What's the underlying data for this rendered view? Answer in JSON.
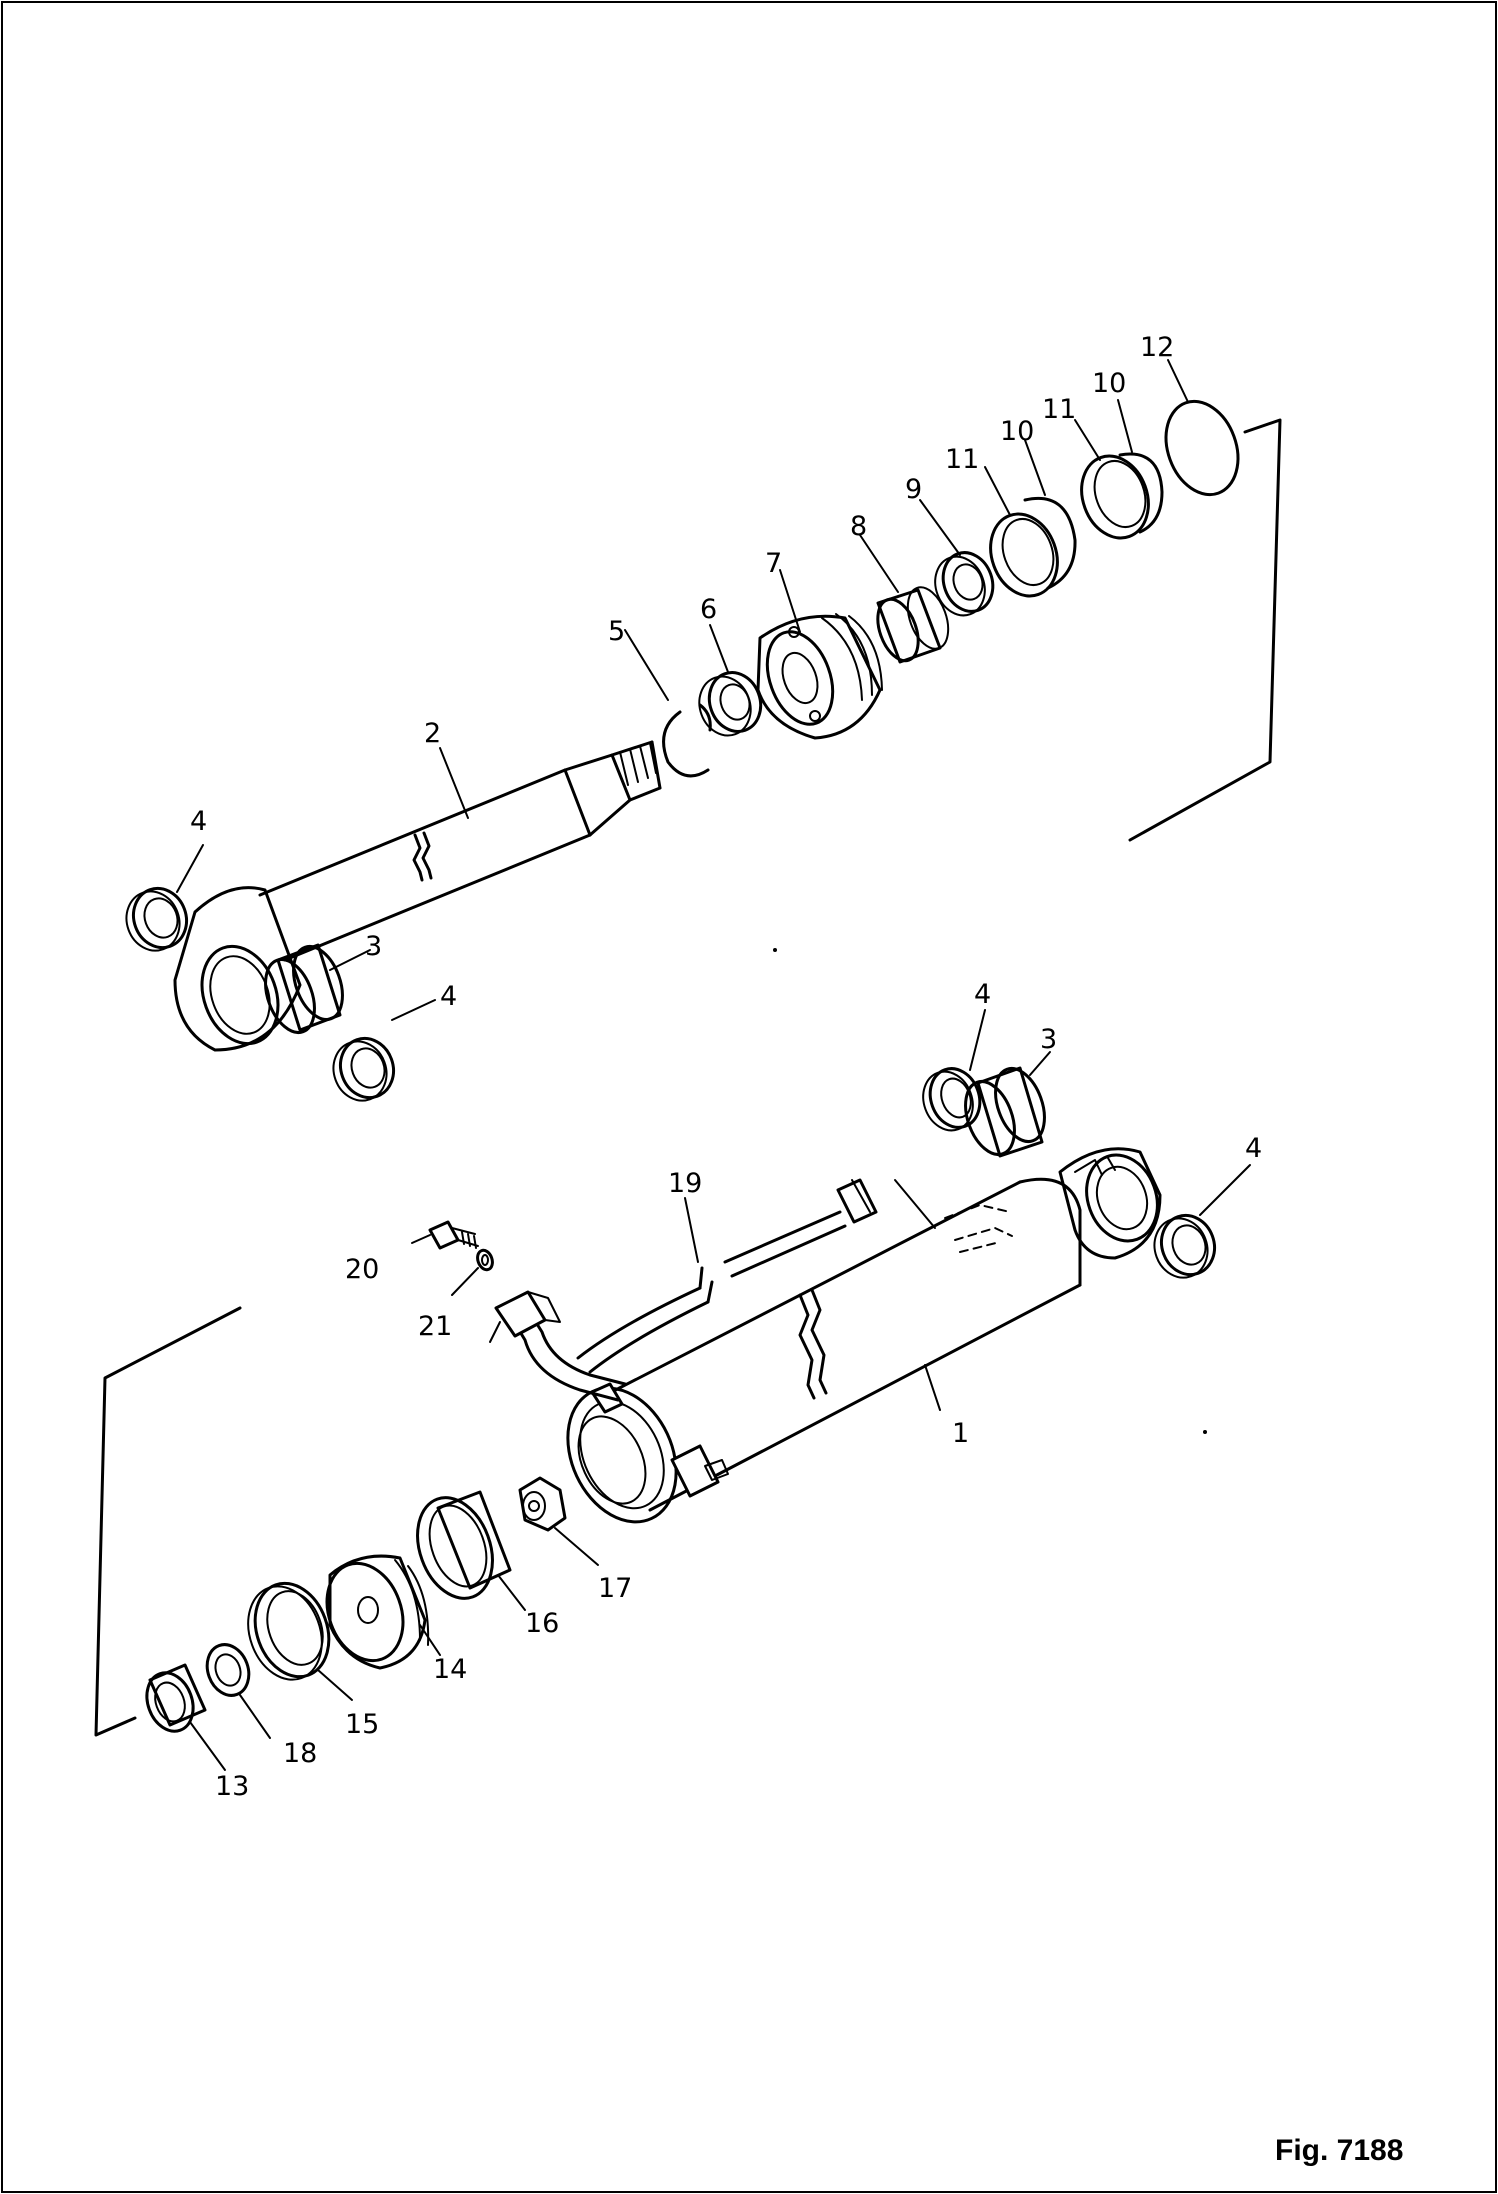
{
  "figure": {
    "caption": "Fig. 7188"
  },
  "rod_assembly": {
    "rod_end_dust_seal_left": "4",
    "piston_rod": "2",
    "rod_bushing": "3",
    "rod_end_dust_seal_right": "4",
    "snap_ring": "5",
    "rod_nut": "6",
    "piston": "7",
    "piston_collar": "8",
    "piston_bearing": "9",
    "wear_ring_a": "10",
    "wear_ring_b": "10",
    "piston_ring_a": "11",
    "piston_ring_b": "11",
    "o_ring": "12"
  },
  "cylinder_assembly": {
    "cylinder_tube": "1",
    "bottom_dust_seal_a": "4",
    "bottom_bushing": "3",
    "bottom_dust_seal_b": "4",
    "cushion_bushing": "13",
    "cylinder_head": "14",
    "buffer_ring": "15",
    "rod_packing": "16",
    "cushion_plunger": "17",
    "backup_ring": "18",
    "piping": "19",
    "bolt": "20",
    "washer": "21"
  }
}
